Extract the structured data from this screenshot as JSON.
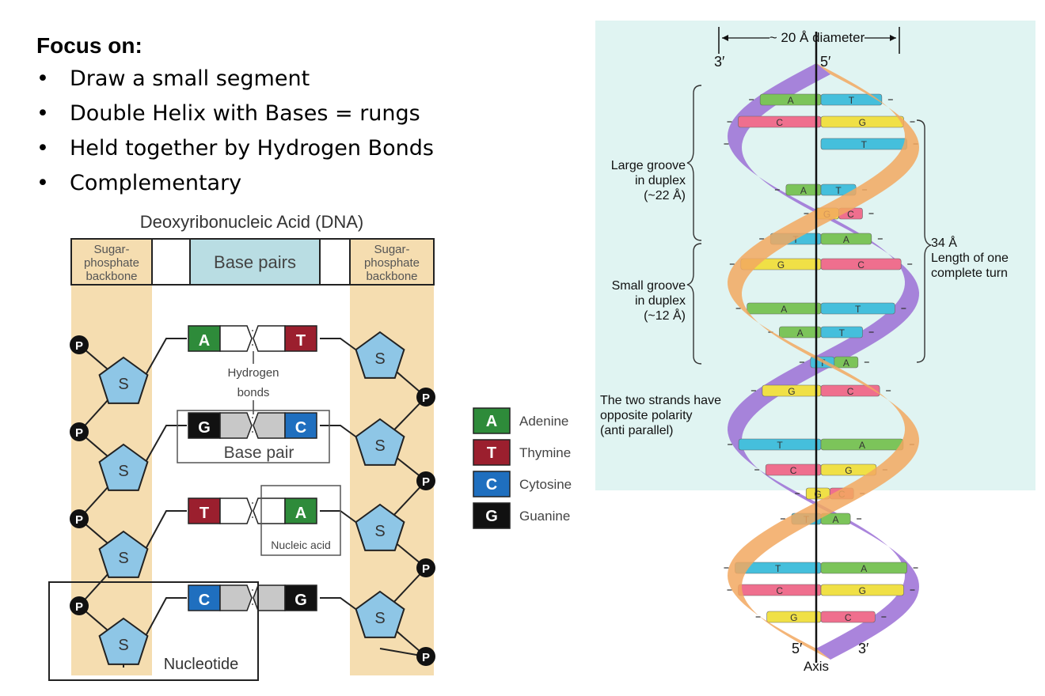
{
  "slide": {
    "focus_title": "Focus on:",
    "bullets": [
      "Draw a small segment",
      "Double Helix with Bases = rungs",
      "Held together by Hydrogen Bonds",
      "Complementary"
    ],
    "bullet_glyph": "•"
  },
  "left_diagram": {
    "title": "Deoxyribonucleic Acid (DNA)",
    "col_left": [
      "Sugar-",
      "phosphate",
      "backbone"
    ],
    "col_right": [
      "Sugar-",
      "phosphate",
      "backbone"
    ],
    "col_center": "Base pairs",
    "hydrogen": [
      "Hydrogen",
      "bonds"
    ],
    "base_pair_label": "Base pair",
    "nucleic_acid_label": "Nucleic acid",
    "nucleotide_label": "Nucleotide",
    "sugar_letter": "S",
    "phosphate_letter": "P",
    "rows": [
      {
        "left": "A",
        "right": "T"
      },
      {
        "left": "G",
        "right": "C"
      },
      {
        "left": "T",
        "right": "A"
      },
      {
        "left": "C",
        "right": "G"
      }
    ],
    "legend": [
      {
        "letter": "A",
        "name": "Adenine",
        "color": "#2e8b3a"
      },
      {
        "letter": "T",
        "name": "Thymine",
        "color": "#9b1f2e"
      },
      {
        "letter": "C",
        "name": "Cytosine",
        "color": "#1f6fbf"
      },
      {
        "letter": "G",
        "name": "Guanine",
        "color": "#111111"
      }
    ],
    "colors": {
      "backbone": "#f5ddb0",
      "center_header": "#b9dde3",
      "sugar": "#8ec6e6"
    }
  },
  "right_diagram": {
    "diameter_label": "~ 20 Å diameter",
    "top_left_end": "3′",
    "top_right_end": "5′",
    "bottom_left_end": "5′",
    "bottom_right_end": "3′",
    "axis_label": "Axis",
    "large_groove": [
      "Large groove",
      "in duplex",
      "(~22 Å)"
    ],
    "small_groove": [
      "Small groove",
      "in duplex",
      "(~12 Å)"
    ],
    "turn_length": [
      "34 Å",
      "Length of one",
      "complete turn"
    ],
    "polarity": [
      "The two strands have",
      "opposite polarity",
      "(anti parallel)"
    ],
    "rungs": [
      {
        "left": "A",
        "right": "T"
      },
      {
        "left": "C",
        "right": "G"
      },
      {
        "left": "",
        "right": "T"
      },
      {
        "left": "A",
        "right": "T"
      },
      {
        "left": "G",
        "right": "C"
      },
      {
        "left": "T",
        "right": "A"
      },
      {
        "left": "G",
        "right": "C"
      },
      {
        "left": "A",
        "right": "T"
      },
      {
        "left": "A",
        "right": "T"
      },
      {
        "left": "T",
        "right": "A"
      },
      {
        "left": "G",
        "right": "C"
      },
      {
        "left": "T",
        "right": "A"
      },
      {
        "left": "C",
        "right": "G"
      },
      {
        "left": "G",
        "right": "C"
      },
      {
        "left": "T",
        "right": "A"
      },
      {
        "left": "T",
        "right": "A"
      },
      {
        "left": "C",
        "right": "G"
      },
      {
        "left": "G",
        "right": "C"
      }
    ],
    "colors": {
      "A": "#7cc45a",
      "T": "#45bfdc",
      "G": "#f0e046",
      "C": "#ef6f8e",
      "background": "#e0f4f2",
      "strand_front": "#f2a860",
      "strand_back": "#9b6fd6"
    }
  }
}
